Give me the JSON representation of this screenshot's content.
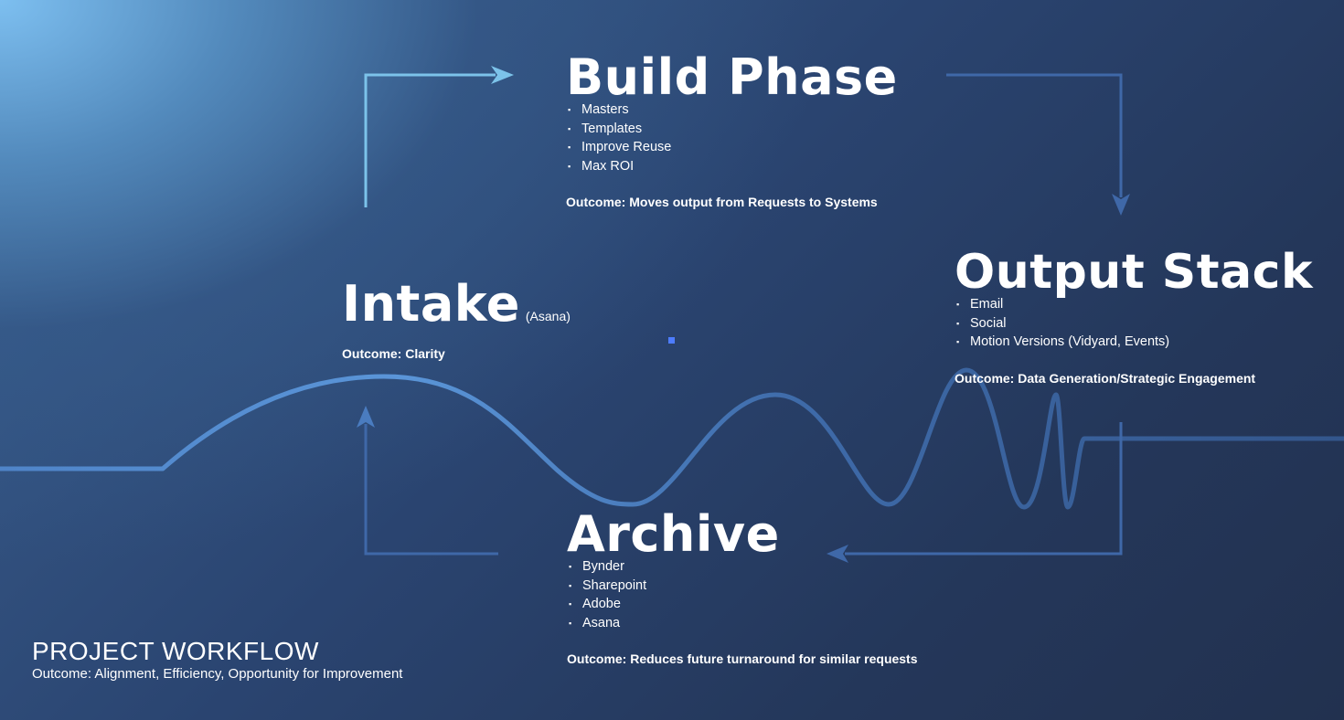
{
  "build": {
    "title": "Build Phase",
    "items": [
      "Masters",
      "Templates",
      "Improve Reuse",
      "Max ROI"
    ],
    "outcome": "Outcome: Moves output from Requests to Systems"
  },
  "intake": {
    "title": "Intake",
    "note": "(Asana)",
    "outcome": "Outcome: Clarity"
  },
  "output": {
    "title": "Output Stack",
    "items": [
      "Email",
      "Social",
      "Motion Versions (Vidyard, Events)"
    ],
    "outcome": "Outcome: Data Generation/Strategic Engagement"
  },
  "archive": {
    "title": "Archive",
    "items": [
      "Bynder",
      "Sharepoint",
      "Adobe",
      "Asana"
    ],
    "outcome": "Outcome: Reduces future turnaround for similar requests"
  },
  "workflow": {
    "title": "PROJECT WORKFLOW",
    "subtitle": "Outcome: Alignment, Efficiency, Opportunity for Improvement"
  },
  "colors": {
    "arrow_light": "#7cc3ea",
    "arrow_dark": "#3f68a8",
    "wave": "#4a7cc0",
    "marker": "#4d7cff"
  }
}
